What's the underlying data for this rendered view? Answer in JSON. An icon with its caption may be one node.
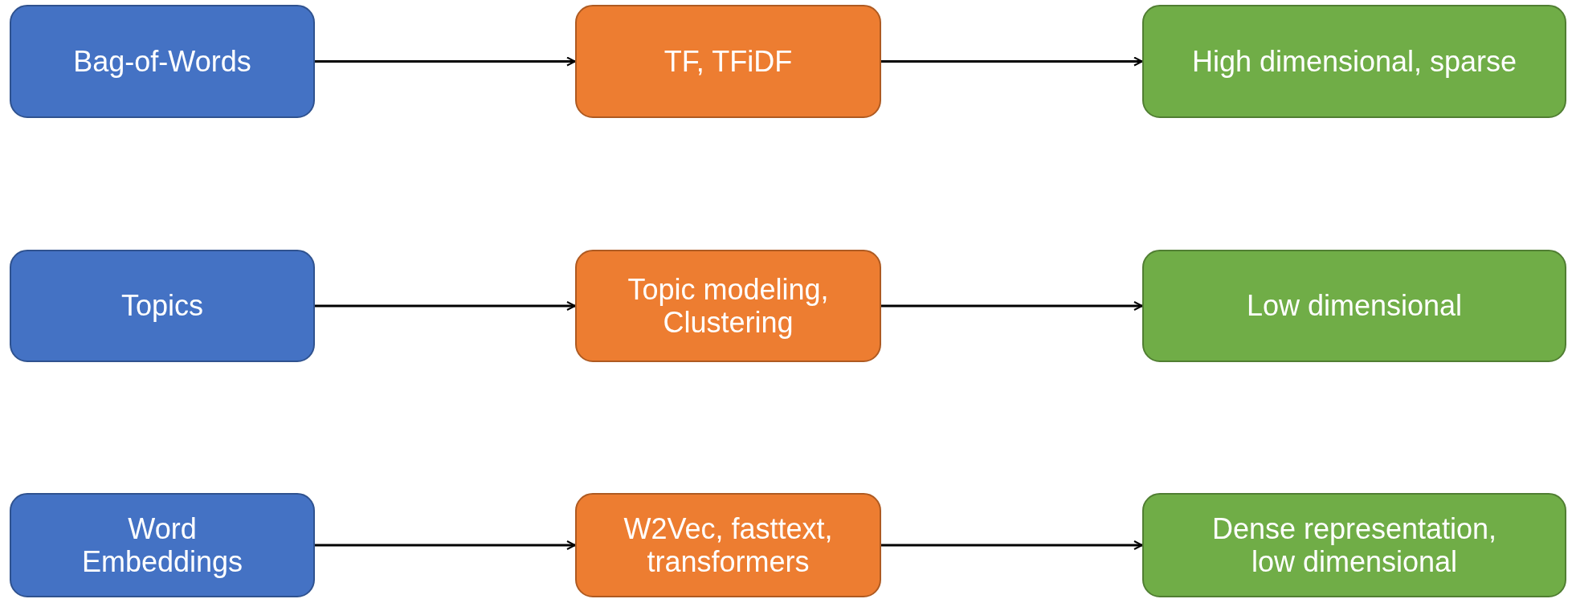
{
  "diagram": {
    "nodes": [
      {
        "text": [
          "Bag-of-Words"
        ]
      },
      {
        "text": [
          "TF, TFiDF"
        ]
      },
      {
        "text": [
          "High dimensional, sparse"
        ]
      },
      {
        "text": [
          "Topics"
        ]
      },
      {
        "text": [
          "Topic modeling, Clustering"
        ]
      },
      {
        "text": [
          "Low dimensional"
        ]
      },
      {
        "text": [
          "Word Embeddings"
        ]
      },
      {
        "text": [
          "W2Vec, fasttext, transformers"
        ]
      },
      {
        "text": [
          "Dense representation, low dimensional"
        ]
      }
    ],
    "edges": [
      {
        "from": 0,
        "to": 1,
        "arrow": "to"
      },
      {
        "from": 1,
        "to": 2,
        "arrow": "to"
      },
      {
        "from": 3,
        "to": 4,
        "arrow": "to"
      },
      {
        "from": 4,
        "to": 5,
        "arrow": "to"
      },
      {
        "from": 6,
        "to": 7,
        "arrow": "to"
      },
      {
        "from": 7,
        "to": 8,
        "arrow": "to"
      }
    ]
  }
}
